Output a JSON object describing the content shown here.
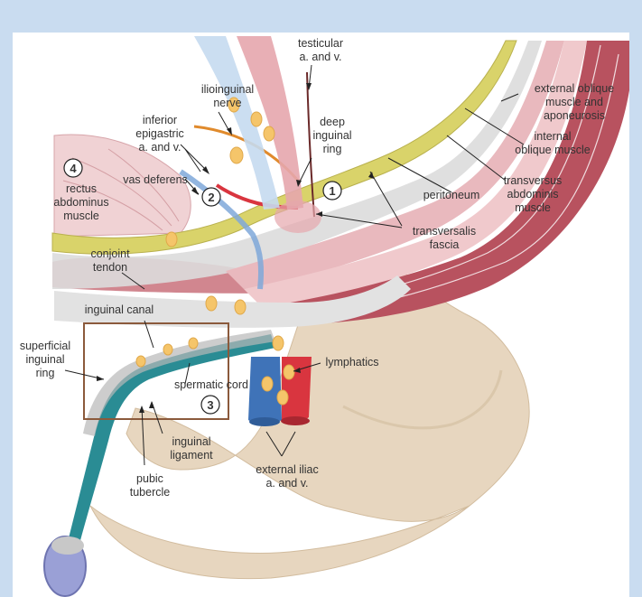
{
  "colors": {
    "background": "#c9dcf0",
    "panel": "#ffffff",
    "muscle_dark": "#b8525f",
    "muscle_light": "#e6a6ad",
    "peritoneum": "#d9d36a",
    "fascia": "#d8d8d8",
    "nerve": "#e08a2c",
    "artery": "#d9353f",
    "vein": "#3f73b8",
    "cord": "#2a8c94",
    "node": "#f5c56a",
    "bone": "#e7d6bf",
    "box": "#8b5a3c"
  },
  "labels": {
    "testicular": "testicular",
    "testicular_2": "a. and v.",
    "ilioinguinal": "ilioinguinal",
    "ilioinguinal_2": "nerve",
    "inferior_epigastric": "inferior",
    "inferior_epigastric_2": "epigastric",
    "inferior_epigastric_3": "a. and v.",
    "deep_ring": "deep",
    "deep_ring_2": "inguinal",
    "deep_ring_3": "ring",
    "external_oblique": "external oblique",
    "external_oblique_2": "muscle and",
    "external_oblique_3": "aponeurosis",
    "internal_oblique": "internal",
    "internal_oblique_2": "oblique muscle",
    "transversus": "transversus",
    "transversus_2": "abdominis",
    "transversus_3": "muscle",
    "peritoneum": "peritoneum",
    "transversalis": "transversalis",
    "transversalis_2": "fascia",
    "vas_deferens": "vas deferens",
    "rectus": "rectus",
    "rectus_2": "abdominus",
    "rectus_3": "muscle",
    "conjoint": "conjoint",
    "conjoint_2": "tendon",
    "inguinal_canal": "inguinal canal",
    "superficial": "superficial",
    "superficial_2": "inguinal",
    "superficial_3": "ring",
    "spermatic_cord": "spermatic cord",
    "lymphatics": "lymphatics",
    "inguinal_ligament": "inguinal",
    "inguinal_ligament_2": "ligament",
    "pubic_tubercle": "pubic",
    "pubic_tubercle_2": "tubercle",
    "external_iliac": "external iliac",
    "external_iliac_2": "a. and v."
  },
  "markers": {
    "one": "1",
    "two": "2",
    "three": "3",
    "four": "4"
  }
}
